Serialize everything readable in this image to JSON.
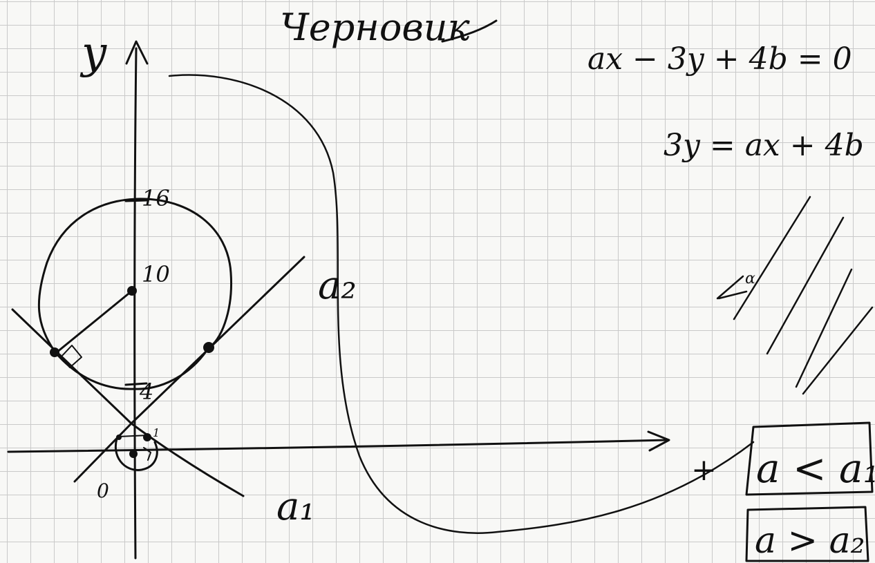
{
  "header": {
    "title": "Черновик"
  },
  "axes": {
    "y_label": "y",
    "origin_label": "0"
  },
  "tick_labels": {
    "t16": "16",
    "t10": "10",
    "t4": "4",
    "t1": "1"
  },
  "curve_labels": {
    "a2": "a₂",
    "a1": "a₁"
  },
  "equations": {
    "eq1": "ax − 3y + 4b = 0",
    "eq2": "3y = ax + 4b"
  },
  "angle_note": "α",
  "plus_sign": "+",
  "boxes": {
    "box1": "a < a₁",
    "box2": "a > a₂"
  }
}
